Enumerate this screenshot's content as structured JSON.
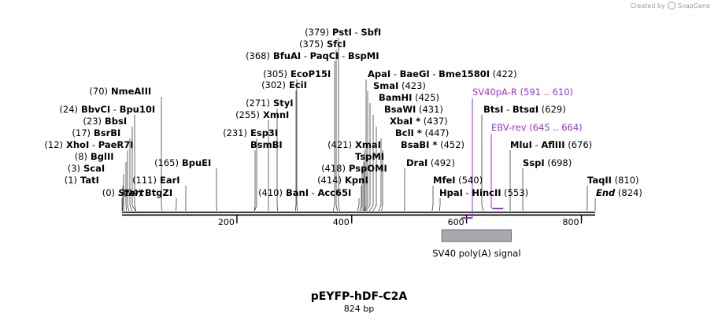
{
  "credit": {
    "text": "Created by",
    "brand": "SnapGene",
    "icon": "snapgene-logo-icon"
  },
  "title": "pEYFP-hDF-C2A",
  "length_label": "824 bp",
  "colors": {
    "primer": "#9b30d9",
    "feature_fill": "#a6a8ad",
    "feature_stroke": "#6f7075",
    "backbone": "#000000"
  },
  "sequence": {
    "length": 824,
    "ticks": [
      {
        "value": 200,
        "label": "200"
      },
      {
        "value": 400,
        "label": "400"
      },
      {
        "value": 600,
        "label": "600"
      },
      {
        "value": 800,
        "label": "800"
      }
    ]
  },
  "sites": [
    {
      "id": "start",
      "left": [
        {
          "t": "(0)",
          "w": "n"
        }
      ],
      "right": [
        {
          "t": "Start",
          "w": "bi"
        }
      ],
      "pos": 0
    },
    {
      "id": "tati",
      "left": [
        {
          "t": "(1)",
          "w": "n"
        }
      ],
      "right": [
        {
          "t": "TatI",
          "w": "b"
        }
      ],
      "pos": 1
    },
    {
      "id": "scai",
      "left": [
        {
          "t": "(3)",
          "w": "n"
        }
      ],
      "right": [
        {
          "t": "ScaI",
          "w": "b"
        }
      ],
      "pos": 3
    },
    {
      "id": "bglii",
      "left": [
        {
          "t": "(8)",
          "w": "n"
        }
      ],
      "right": [
        {
          "t": "BglII",
          "w": "b"
        }
      ],
      "pos": 8
    },
    {
      "id": "xhoi",
      "left": [
        {
          "t": "(12)",
          "w": "n"
        }
      ],
      "right": [
        {
          "t": "XhoI",
          "w": "b"
        },
        {
          "t": " - ",
          "w": "n"
        },
        {
          "t": "PaeR7I",
          "w": "b"
        }
      ],
      "pos": 12
    },
    {
      "id": "bsrbi",
      "left": [
        {
          "t": "(17)",
          "w": "n"
        }
      ],
      "right": [
        {
          "t": "BsrBI",
          "w": "b"
        }
      ],
      "pos": 17
    },
    {
      "id": "bbsi",
      "left": [
        {
          "t": "(23)",
          "w": "n"
        }
      ],
      "right": [
        {
          "t": "BbsI",
          "w": "b"
        }
      ],
      "pos": 23
    },
    {
      "id": "bbvci",
      "left": [
        {
          "t": "(24)",
          "w": "n"
        }
      ],
      "right": [
        {
          "t": "BbvCI",
          "w": "b"
        },
        {
          "t": " - ",
          "w": "n"
        },
        {
          "t": "Bpu10I",
          "w": "b"
        }
      ],
      "pos": 24
    },
    {
      "id": "nmeaiii",
      "left": [
        {
          "t": "(70)",
          "w": "n"
        }
      ],
      "right": [
        {
          "t": "NmeAIII",
          "w": "b"
        }
      ],
      "pos": 70
    },
    {
      "id": "btgzi",
      "left": [
        {
          "t": "(94)",
          "w": "n"
        }
      ],
      "right": [
        {
          "t": "BtgZI",
          "w": "b"
        }
      ],
      "pos": 94
    },
    {
      "id": "eari",
      "left": [
        {
          "t": "(111)",
          "w": "n"
        }
      ],
      "right": [
        {
          "t": "EarI",
          "w": "b"
        }
      ],
      "pos": 111
    },
    {
      "id": "bpuei",
      "left": [
        {
          "t": "(165)",
          "w": "n"
        }
      ],
      "right": [
        {
          "t": "BpuEI",
          "w": "b"
        }
      ],
      "pos": 165
    },
    {
      "id": "bsmbi",
      "left": [],
      "right": [
        {
          "t": "BsmBI",
          "w": "b"
        }
      ],
      "pos": 231
    },
    {
      "id": "esp3i",
      "left": [
        {
          "t": "(231)",
          "w": "n"
        }
      ],
      "right": [
        {
          "t": "Esp3I",
          "w": "b"
        }
      ],
      "pos": 231
    },
    {
      "id": "xmni",
      "left": [
        {
          "t": "(255)",
          "w": "n"
        }
      ],
      "right": [
        {
          "t": "XmnI",
          "w": "b"
        }
      ],
      "pos": 255
    },
    {
      "id": "styi",
      "left": [
        {
          "t": "(271)",
          "w": "n"
        }
      ],
      "right": [
        {
          "t": "StyI",
          "w": "b"
        }
      ],
      "pos": 271
    },
    {
      "id": "ecii",
      "left": [
        {
          "t": "(302)",
          "w": "n"
        }
      ],
      "right": [
        {
          "t": "EciI",
          "w": "b"
        }
      ],
      "pos": 302
    },
    {
      "id": "ecop15i",
      "left": [
        {
          "t": "(305)",
          "w": "n"
        }
      ],
      "right": [
        {
          "t": "EcoP15I",
          "w": "b"
        }
      ],
      "pos": 305
    },
    {
      "id": "bfuai",
      "left": [
        {
          "t": "(368)",
          "w": "n"
        }
      ],
      "right": [
        {
          "t": "BfuAI",
          "w": "b"
        },
        {
          "t": " - ",
          "w": "n"
        },
        {
          "t": "PaqCI",
          "w": "b"
        },
        {
          "t": " - ",
          "w": "n"
        },
        {
          "t": "BspMI",
          "w": "b"
        }
      ],
      "pos": 368
    },
    {
      "id": "sfci",
      "left": [
        {
          "t": "(375)",
          "w": "n"
        }
      ],
      "right": [
        {
          "t": "SfcI",
          "w": "b"
        }
      ],
      "pos": 375
    },
    {
      "id": "psti",
      "left": [
        {
          "t": "(379)",
          "w": "n"
        }
      ],
      "right": [
        {
          "t": "PstI",
          "w": "b"
        },
        {
          "t": " - ",
          "w": "n"
        },
        {
          "t": "SbfI",
          "w": "b"
        }
      ],
      "pos": 379
    },
    {
      "id": "bani",
      "left": [
        {
          "t": "(410)",
          "w": "n"
        }
      ],
      "right": [
        {
          "t": "BanI",
          "w": "b"
        },
        {
          "t": " - ",
          "w": "n"
        },
        {
          "t": "Acc65I",
          "w": "b"
        }
      ],
      "pos": 410
    },
    {
      "id": "kpni",
      "left": [
        {
          "t": "(414)",
          "w": "n"
        }
      ],
      "right": [
        {
          "t": "KpnI",
          "w": "b"
        }
      ],
      "pos": 414
    },
    {
      "id": "pspomi",
      "left": [
        {
          "t": "(418)",
          "w": "n"
        }
      ],
      "right": [
        {
          "t": "PspOMI",
          "w": "b"
        }
      ],
      "pos": 418
    },
    {
      "id": "tspmi",
      "left": [],
      "right": [
        {
          "t": "TspMI",
          "w": "b"
        }
      ],
      "pos": 421
    },
    {
      "id": "xmai",
      "left": [
        {
          "t": "(421)",
          "w": "n"
        }
      ],
      "right": [
        {
          "t": "XmaI",
          "w": "b"
        }
      ],
      "pos": 421
    },
    {
      "id": "apai",
      "left": [],
      "right": [
        {
          "t": "ApaI",
          "w": "b"
        },
        {
          "t": " - ",
          "w": "n"
        },
        {
          "t": "BaeGI",
          "w": "b"
        },
        {
          "t": " - ",
          "w": "n"
        },
        {
          "t": "Bme1580I",
          "w": "b"
        },
        {
          "t": "  (422)",
          "w": "n"
        }
      ],
      "pos": 422
    },
    {
      "id": "smai",
      "left": [],
      "right": [
        {
          "t": "SmaI",
          "w": "b"
        },
        {
          "t": "  (423)",
          "w": "n"
        }
      ],
      "pos": 423
    },
    {
      "id": "bamhi",
      "left": [],
      "right": [
        {
          "t": "BamHI",
          "w": "b"
        },
        {
          "t": "  (425)",
          "w": "n"
        }
      ],
      "pos": 425
    },
    {
      "id": "bsawi",
      "left": [],
      "right": [
        {
          "t": "BsaWI",
          "w": "b"
        },
        {
          "t": "  (431)",
          "w": "n"
        }
      ],
      "pos": 431
    },
    {
      "id": "xbai",
      "left": [],
      "right": [
        {
          "t": "XbaI *",
          "w": "b"
        },
        {
          "t": "  (437)",
          "w": "n"
        }
      ],
      "pos": 437
    },
    {
      "id": "bcli",
      "left": [],
      "right": [
        {
          "t": "BclI *",
          "w": "b"
        },
        {
          "t": "  (447)",
          "w": "n"
        }
      ],
      "pos": 447
    },
    {
      "id": "bsabi",
      "left": [],
      "right": [
        {
          "t": "BsaBI *",
          "w": "b"
        },
        {
          "t": "  (452)",
          "w": "n"
        }
      ],
      "pos": 452
    },
    {
      "id": "drai",
      "left": [],
      "right": [
        {
          "t": "DraI",
          "w": "b"
        },
        {
          "t": "  (492)",
          "w": "n"
        }
      ],
      "pos": 492
    },
    {
      "id": "mfei",
      "left": [],
      "right": [
        {
          "t": "MfeI",
          "w": "b"
        },
        {
          "t": "  (540)",
          "w": "n"
        }
      ],
      "pos": 540
    },
    {
      "id": "hpai",
      "left": [],
      "right": [
        {
          "t": "HpaI",
          "w": "b"
        },
        {
          "t": " - ",
          "w": "n"
        },
        {
          "t": "HincII",
          "w": "b"
        },
        {
          "t": "  (553)",
          "w": "n"
        }
      ],
      "pos": 553
    },
    {
      "id": "btsi",
      "left": [],
      "right": [
        {
          "t": "BtsI",
          "w": "b"
        },
        {
          "t": " - ",
          "w": "n"
        },
        {
          "t": "BtsαI",
          "w": "b"
        },
        {
          "t": "  (629)",
          "w": "n"
        }
      ],
      "pos": 629
    },
    {
      "id": "mlui",
      "left": [],
      "right": [
        {
          "t": "MluI",
          "w": "b"
        },
        {
          "t": " - ",
          "w": "n"
        },
        {
          "t": "AflIII",
          "w": "b"
        },
        {
          "t": "  (676)",
          "w": "n"
        }
      ],
      "pos": 676
    },
    {
      "id": "sspi",
      "left": [],
      "right": [
        {
          "t": "SspI",
          "w": "b"
        },
        {
          "t": "  (698)",
          "w": "n"
        }
      ],
      "pos": 698
    },
    {
      "id": "taqii",
      "left": [],
      "right": [
        {
          "t": "TaqII",
          "w": "b"
        },
        {
          "t": "  (810)",
          "w": "n"
        }
      ],
      "pos": 810
    },
    {
      "id": "end",
      "left": [],
      "right": [
        {
          "t": "End",
          "w": "bi"
        },
        {
          "t": "  (824)",
          "w": "n"
        }
      ],
      "pos": 824
    }
  ],
  "primers": [
    {
      "id": "sv40pa-r",
      "name": "SV40pA-R",
      "range": "(591 .. 610)",
      "start": 591,
      "end": 610,
      "direction": "reverse"
    },
    {
      "id": "ebv-rev",
      "name": "EBV-rev",
      "range": "(645 .. 664)",
      "start": 645,
      "end": 664,
      "direction": "reverse"
    }
  ],
  "features": [
    {
      "id": "sv40-polya",
      "name": "SV40 poly(A) signal",
      "start": 557,
      "end": 678
    }
  ]
}
